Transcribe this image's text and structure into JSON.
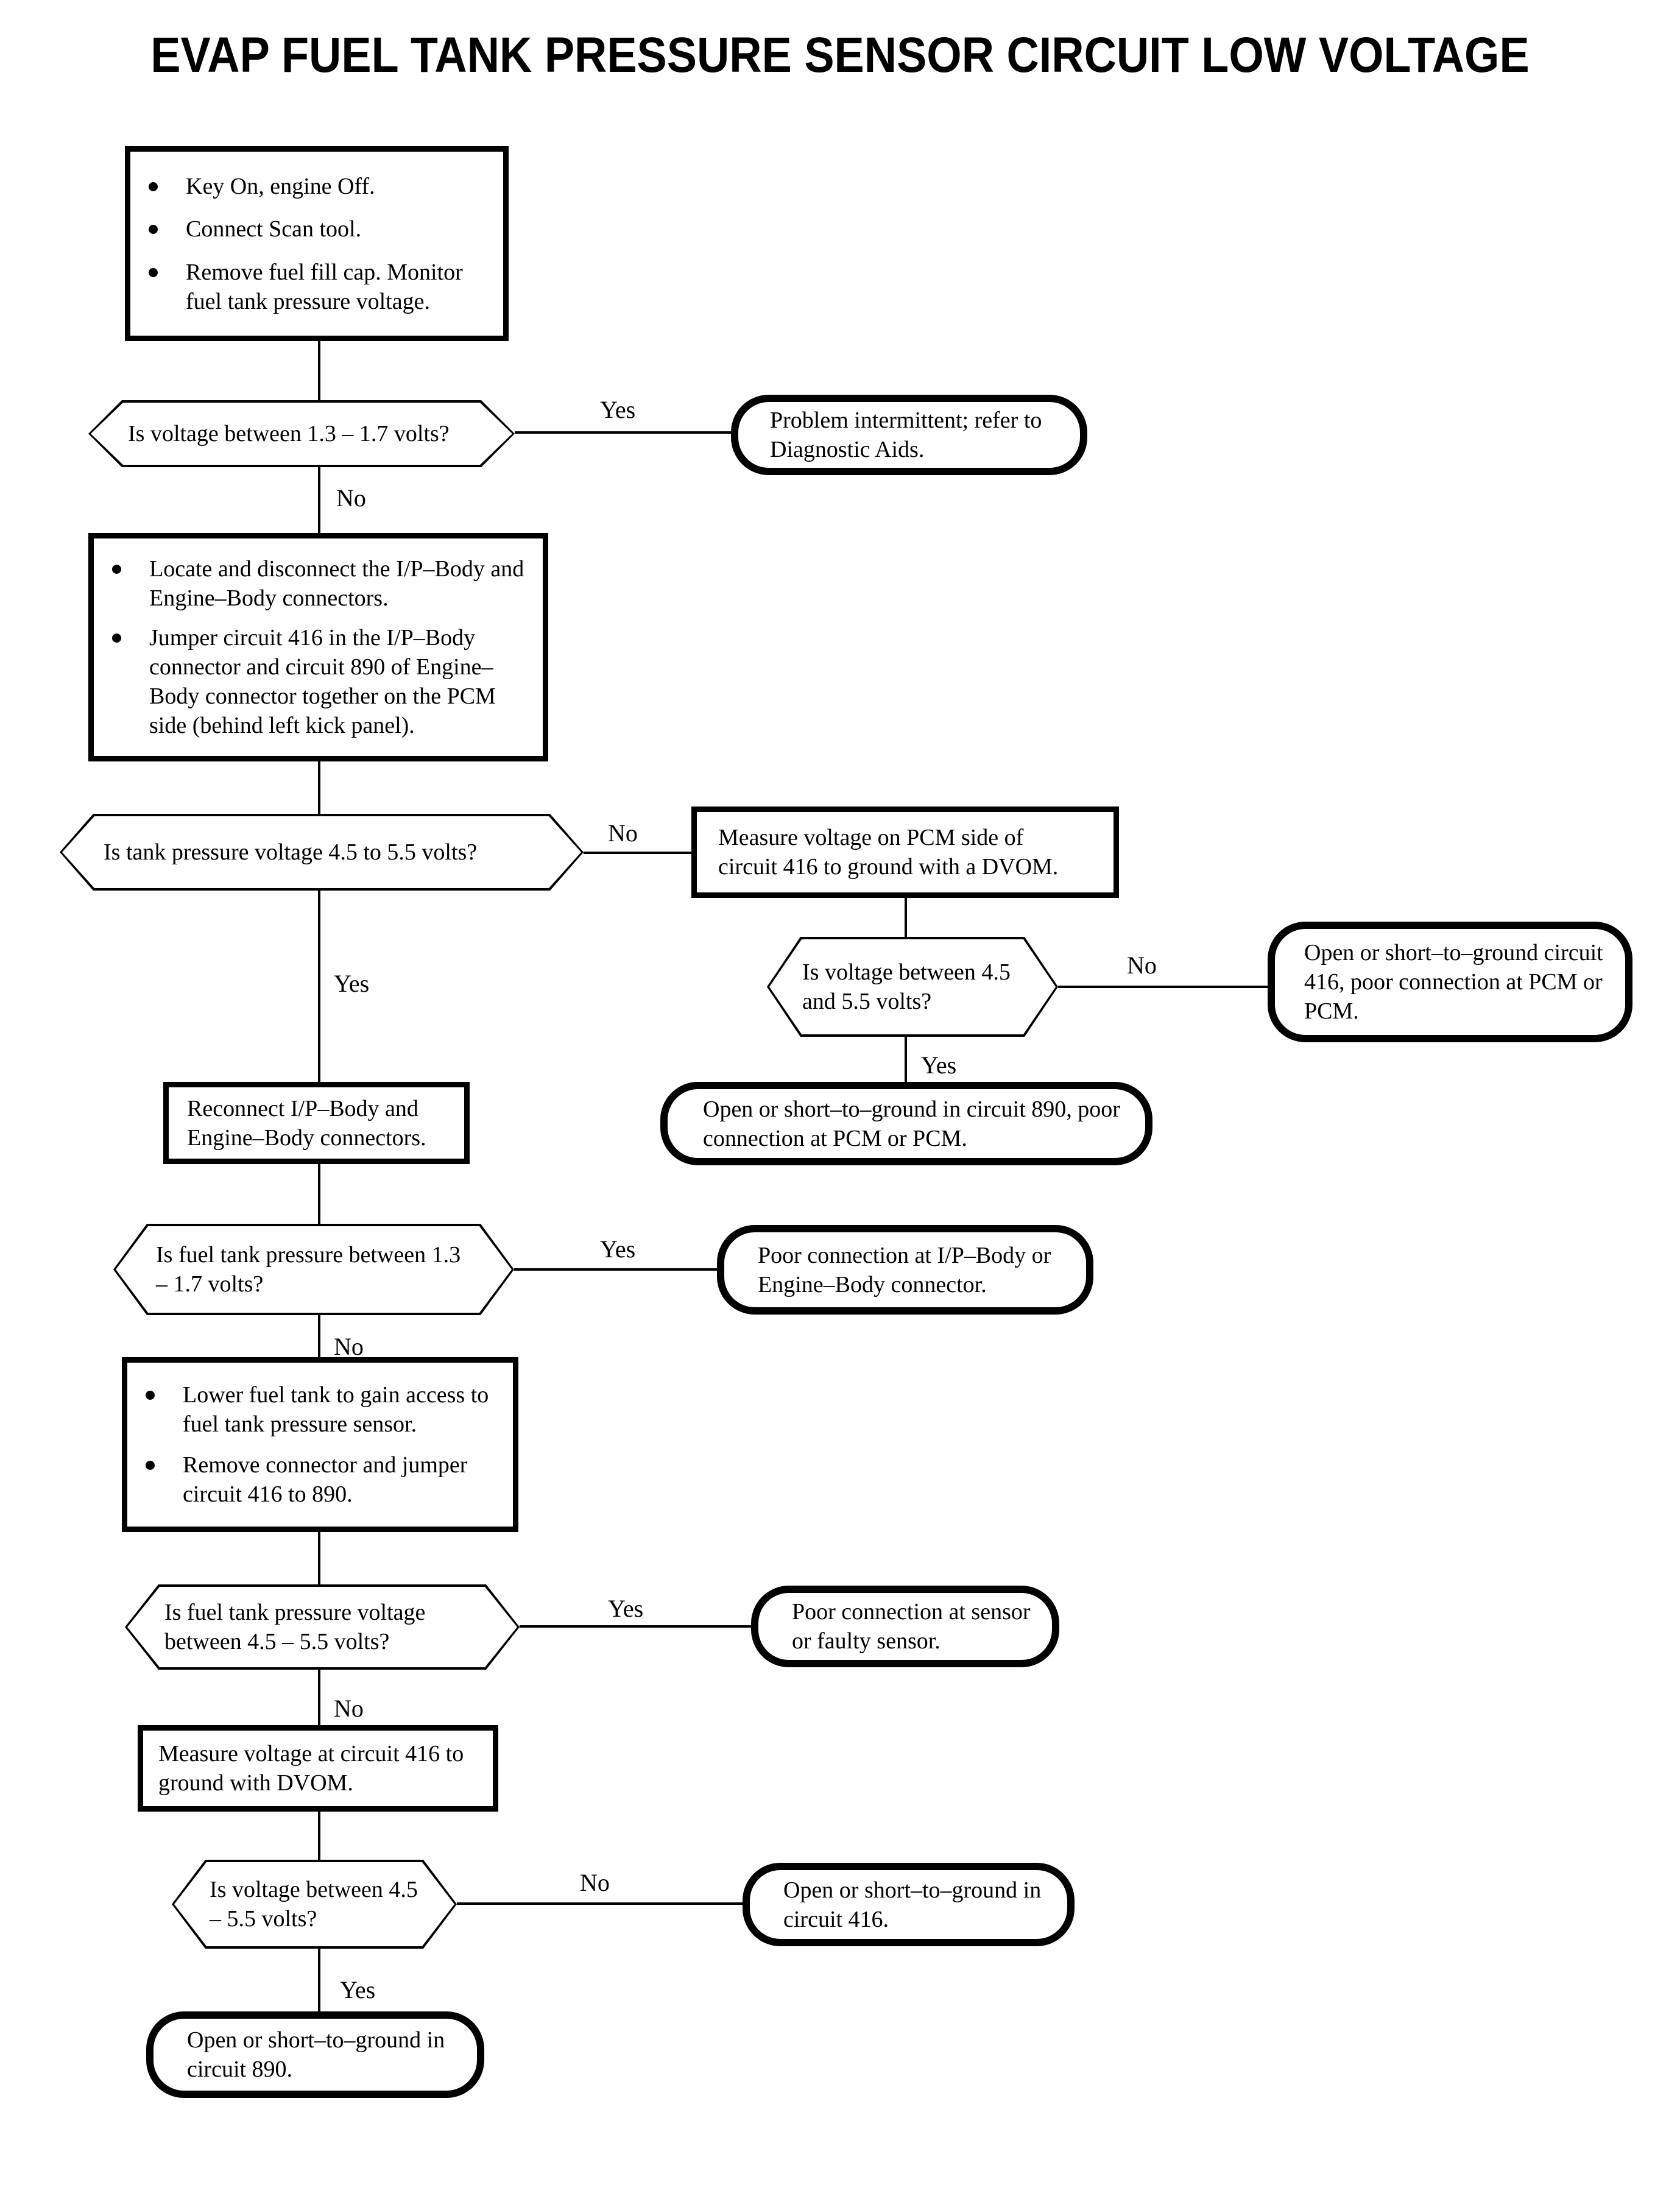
{
  "title": "EVAP FUEL TANK PRESSURE SENSOR CIRCUIT LOW VOLTAGE",
  "labels": {
    "yes": "Yes",
    "no": "No"
  },
  "nodes": {
    "start": {
      "items": [
        "Key On, engine Off.",
        "Connect Scan tool.",
        "Remove fuel fill cap. Monitor fuel tank pressure voltage."
      ]
    },
    "d1": {
      "text": "Is voltage between 1.3 – 1.7 volts?"
    },
    "t1": {
      "text": "Problem intermittent; refer to Diagnostic Aids."
    },
    "p2": {
      "items": [
        "Locate and disconnect the I/P–Body and Engine–Body connectors.",
        "Jumper circuit 416 in the I/P–Body connector and circuit 890 of Engine–Body connector together on the PCM side (behind left kick panel)."
      ]
    },
    "d2": {
      "text": "Is tank pressure voltage 4.5 to 5.5 volts?"
    },
    "p3": {
      "text": "Measure voltage on PCM side of circuit 416 to ground with a DVOM."
    },
    "d3": {
      "text": "Is voltage between 4.5 and 5.5 volts?"
    },
    "t2": {
      "text": "Open or short–to–ground circuit 416, poor connection at PCM or PCM."
    },
    "t3": {
      "text": "Open or short–to–ground in circuit 890, poor connection at PCM or PCM."
    },
    "p4": {
      "text": "Reconnect I/P–Body and Engine–Body connectors."
    },
    "d4": {
      "text": "Is fuel tank pressure between 1.3 – 1.7 volts?"
    },
    "t4": {
      "text": "Poor connection at I/P–Body or Engine–Body connector."
    },
    "p5": {
      "items": [
        "Lower fuel tank to gain access to fuel tank pressure sensor.",
        "Remove connector and jumper circuit 416 to 890."
      ]
    },
    "d5": {
      "text": "Is fuel tank pressure voltage between 4.5 – 5.5 volts?"
    },
    "t5": {
      "text": "Poor connection at sensor or faulty sensor."
    },
    "p6": {
      "text": "Measure voltage at circuit 416 to ground with DVOM."
    },
    "d6": {
      "text": "Is voltage between 4.5 – 5.5 volts?"
    },
    "t6": {
      "text": "Open or short–to–ground in circuit 416."
    },
    "t7": {
      "text": "Open or short–to–ground in circuit 890."
    }
  }
}
